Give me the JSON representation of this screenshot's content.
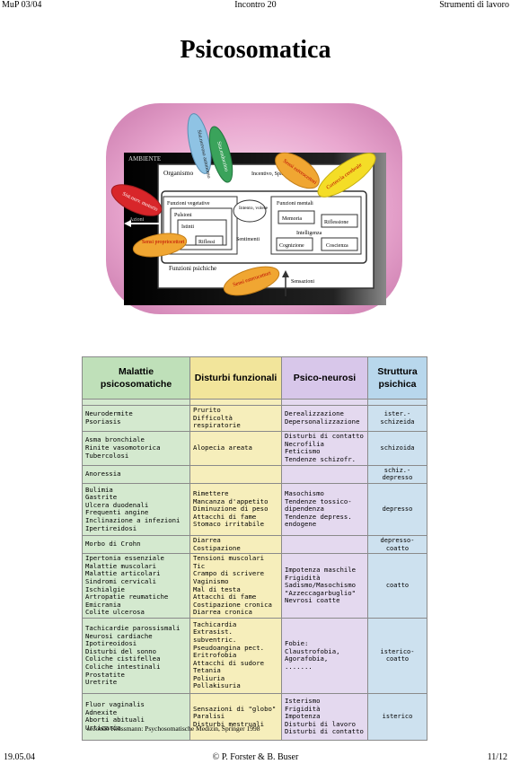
{
  "header": {
    "left": "MuP 03/04",
    "center": "Incontro 20",
    "right": "Strumenti di lavoro"
  },
  "title": "Psicosomatica",
  "diagram": {
    "ambiente": "AMBIENTE",
    "organismo": "Organismo",
    "incentivo": "Incentivo, Spinta",
    "funzioni_vegetative": "Funzioni vegetative",
    "pulsioni": "Pulsioni",
    "istinti": "Istinti",
    "riflessi_left": "Riflessi",
    "intento": "Intento, volere",
    "sentimenti": "Sentimenti",
    "funzioni_mentali": "Funzioni mentali",
    "memoria": "Memoria",
    "riflessione": "Riflessione",
    "intelligenza": "Intelligenza",
    "cognizione": "Cognizione",
    "coscienza": "Coscienza",
    "funzioni_psichiche": "Funzioni psichiche",
    "sensazioni": "Sensazioni",
    "azioni": "Azioni",
    "ovals": {
      "sist_nerv_motorio": "Sist.nerv. motorio",
      "sensi_propriocettori": "Sensi propriocettori",
      "sensi_esterocettori_top": "Sensi esterocettori",
      "corteccia_cerebrale": "Corteccia cerebrale",
      "sensi_esterocettori_bottom": "Sensi esterocettori",
      "sist_nervoso_autonomo": "Sist.nervoso autonomo",
      "sist_endocrino": "Sist.endocrino"
    }
  },
  "table": {
    "headers": [
      "Malattie psicosomatiche",
      "Disturbi funzionali",
      "Psico-neurosi",
      "Struttura psichica"
    ],
    "rows": [
      [
        "Neurodermite\nPsoriasis",
        "Prurito\nDifficoltà respiratorie",
        "Derealizzazione\nDepersonalizzazione",
        "ister.-schizeida"
      ],
      [
        "Asma bronchiale\nRinite vasomotorica\nTubercolosi",
        "Alopecia areata",
        "Disturbi di contatto\nNecrofilia\nFeticismo\nTendenze schizofr.",
        "schizoida"
      ],
      [
        "Anoressia",
        "",
        "",
        "schiz.-depresso"
      ],
      [
        "Bulimia\nGastrite\nUlcera duodenali\nFrequenti angine\nInclinazione a infezioni\nIpertireidosi",
        "Rimettere\nMancanza d'appetito\nDiminuzione di peso\nAttacchi di fame\nStomaco irritabile",
        "Masochismo\nTendenze tossico-\ndipendenza\nTendenze depress.\nendogene",
        "depresso"
      ],
      [
        "Morbo di Crohn",
        "Diarrea\nCostipazione",
        "",
        "depresso-coatto"
      ],
      [
        "Ipertonia essenziale\nMalattie muscolari\nMalattie articolari\nSindromi cervicali\nIschialgie\nArtropatie reumatiche\nEmicrania\nColite ulcerosa",
        "Tensioni muscolari\nTic\nCrampo di scrivere\nVaginismo\nMal di testa\nAttacchi di fame\nCostipazione cronica\nDiarrea cronica",
        "Impotenza maschile\nFrigidità\nSadismo/Masochismo\n\"Azzeccagarbuglio\"\nNevrosi coatte",
        "coatto"
      ],
      [
        "Tachicardie parossismali\nNeurosi cardiache\nIpotireoidosi\nDisturbi del sonno\nColiche cistifellea\nColiche intestinali\nProstatite\nUretrite",
        "Tachicardia\nExtrasist. subventric.\nPseudoangina pect.\nEritrofobia\nAttacchi di sudore\nTetania\nPoliuria\nPollakisuria",
        "Fobie:\nClaustrofobia,\nAgorafobia,\n.......",
        "isterico-\ncoatto"
      ],
      [
        "Fluor vaginalis\nAdnexite\nAborti abituali\nUrticaria",
        "Sensazioni di \"globo\"\nParalisi\nDisturbi mestruali",
        "Isterismo\nFrigidità\nImpotenza\nDisturbi di lavoro\nDisturbi di contatto",
        "isterico"
      ]
    ]
  },
  "credit": "secondo Klussmann: Psychosomatische Medizin, Springer 1998",
  "footer": {
    "left": "19.05.04",
    "center": "© P. Forster & B. Buser",
    "right": "11/12"
  }
}
